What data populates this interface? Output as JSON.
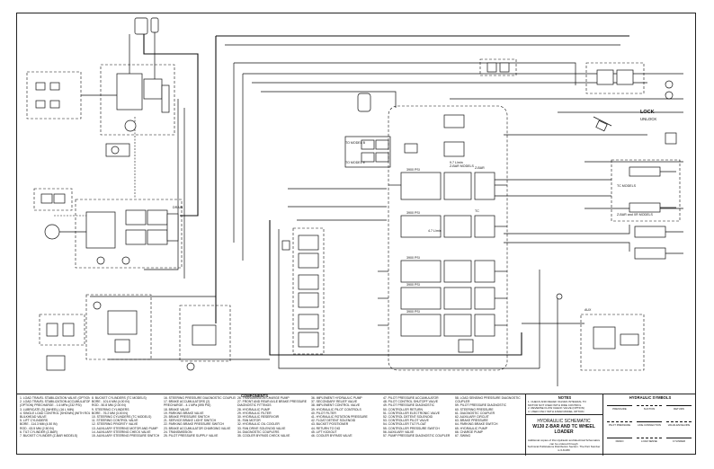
{
  "labels": {
    "lock": "LOCK",
    "unlock": "UNLOCK",
    "to_model_1": "TO MODEL B",
    "to_model_2": "TO MODEL E",
    "z_bar_models": "Z-BAR MODELS",
    "tc_models": "TC MODELS",
    "zbar_and_xr": "Z-BAR and XR MODELS",
    "pressure_1": "3900 PSI",
    "pressure_2": "3900 PSI",
    "pressure_3": "3900 PSI",
    "pressure_4": "3900 PSI",
    "pressure_5": "3900 PSI",
    "flow_1": "9.7 L/min",
    "flow_2": "4.7 L/min",
    "z_bar": "Z-BAR",
    "tc": "TC",
    "drain": "DRAIN",
    "aux": "AUX"
  },
  "components_header": "COMPONENTS",
  "legend_col1": [
    "1. LOAD TRAVEL STABILIZATION VALVE (OPTION)",
    "2. LOAD TRAVEL STABILIZATION ACCUMULATOR",
    "   (OPTION) PRECHARGE - 1.6 MPa (232 PSI)",
    "3. LUBRICATE (S) (WHEEL) (16 L MIN)",
    "4. SINGLE LOAD CONTROL (SHOWN) (WITH ROLLER)",
    "   BULKHEAD VALVE",
    "5. LIFT CYLINDERS",
    "   BORE - 114.3 MM (4.50 IN)",
    "   ROD - 63.5 MM (2.50 IN)",
    "6. TILT CYLINDER (Z-BAR)",
    "7. BUCKET CYLINDER (Z-BAR MODELS)"
  ],
  "legend_col2": [
    "8. BUCKET CYLINDERS (TC MODELS)",
    "   BORE - 101.6 MM (4.00 IN)",
    "   ROD - 50.8 MM (2.00 IN)",
    "9. STEERING CYLINDERS",
    "   BORE - 76.2 MM (3.00 IN)",
    "10. STEERING CYLINDERS (TC MODELS)",
    "11. STEERING CONTROL VALVE",
    "12. STEERING PRIORITY VALVE",
    "13. AUXILIARY STEERING MOTOR AND PUMP",
    "14. AUXILIARY STEERING CHECK VALVE",
    "15. AUXILIARY STEERING PRESSURE SWITCH"
  ],
  "legend_col3": [
    "16. STEERING PRESSURE DIAGNOSTIC COUPLER",
    "17. BRAKE ACCUMULATORS (2)",
    "    PRECHARGE - 4.1 MPa (595 PSI)",
    "18. BRAKE VALVE",
    "19. PARKING BRAKE VALVE",
    "20. BRAKE PRESSURE SWITCH",
    "21. SERVICE BRAKE LIGHT SWITCH",
    "22. PARKING BRAKE PRESSURE SWITCH",
    "23. BRAKE ACCUMULATOR CHARGING VALVE",
    "24. TRANSMISSION",
    "25. PILOT PRESSURE SUPPLY VALVE"
  ],
  "legend_col4": [
    "26. TRANSMISSION CHARGE PUMP",
    "27. FRONT AND REAR AXLE BRAKE PRESSURE",
    "    DIAGNOSTIC FITTINGS",
    "28. HYDRAULIC PUMP",
    "29. HYDRAULIC FILTER",
    "30. HYDRAULIC RESERVOIR",
    "31. FAN MOTOR",
    "32. HYDRAULIC OIL COOLER",
    "33. FAN DRIVE SOLENOID VALVE",
    "34. DIAGNOSTIC COUPLERS",
    "35. COOLER BYPASS CHECK VALVE"
  ],
  "legend_col5": [
    "36. IMPLEMENT HYDRAULIC PUMP",
    "37. SECONDARY RELIEF VALVE",
    "38. IMPLEMENT CONTROL VALVE",
    "39. HYDRAULIC PILOT CONTROLS",
    "40. PILOT FILTER",
    "41. HYDRAULIC ROTATION PRESSURE",
    "42. FLOAT DETENT SOLENOID",
    "43. BUCKET POSITIONER",
    "44. RETURN TO DIG",
    "45. LIFT KICKOUT",
    "46. COOLER BYPASS VALVE"
  ],
  "legend_col6": [
    "47. PILOT PRESSURE ACCUMULATOR",
    "48. PILOT CONTROL SHUTOFF VALVE",
    "49. PILOT PRESSURE DIAGNOSTIC",
    "50. CONTROLLER RETURN",
    "51. CONTROLLER ELECTRONIC VALVE",
    "52. CONTROL DETENT SOLENOID",
    "53. CONTROLLER PILOT VALVE",
    "54. CONTROLLER TILT FLOAT",
    "55. CONTROLLER PRESSURE SWITCH",
    "56. AUXILIARY VALVE",
    "57. PUMP PRESSURE DIAGNOSTIC COUPLER"
  ],
  "legend_col7": [
    "58. LOAD SENSING PRESSURE DIAGNOSTIC",
    "    COUPLER",
    "59. PILOT PRESSURE DIAGNOSTIC",
    "60. STEERING PRESSURE",
    "61. DIAGNOSTIC COUPLER",
    "62. AUXILIARY CIRCUIT",
    "63. BRAKE PRESSURE",
    "64. PARKING BRAKE SWITCH",
    "65. HYDRAULIC PUMP",
    "66. CHARGE PUMP",
    "67. SWING"
  ],
  "notes_header": "NOTES",
  "notes": [
    "1. CHECK AND RELIEF VALVES INTEGRAL TO",
    "   MOTOR NOT USED WITH RIDE CONTROL",
    "2. REVERSE FLOW CHECK VALVE (OPTION)",
    "3. USED ONLY WITH Z-BAR MODEL OPTION"
  ],
  "title": {
    "line1": "HYDRAULIC SCHEMATIC",
    "line2": "W130 Z-BAR AND TC WHEEL LOADER",
    "fine1": "Additional copies of this Hydraulic and Electrical Schematics can be ordered through",
    "fine2": "Technical Publications Distribution Section. The Part Number is 6-8-080"
  },
  "symbols": {
    "header": "HYDRAULIC SYMBOLS",
    "items": [
      "PRESSURE",
      "SUCTION",
      "RETURN",
      "PILOT PRESSURE",
      "LINE CONNECTION",
      "VALVE ENVELOPE",
      "DRAIN",
      "LOAD SENSE",
      "CYLINDER"
    ]
  },
  "colors": {
    "ink": "#111111",
    "paper": "#ffffff"
  }
}
